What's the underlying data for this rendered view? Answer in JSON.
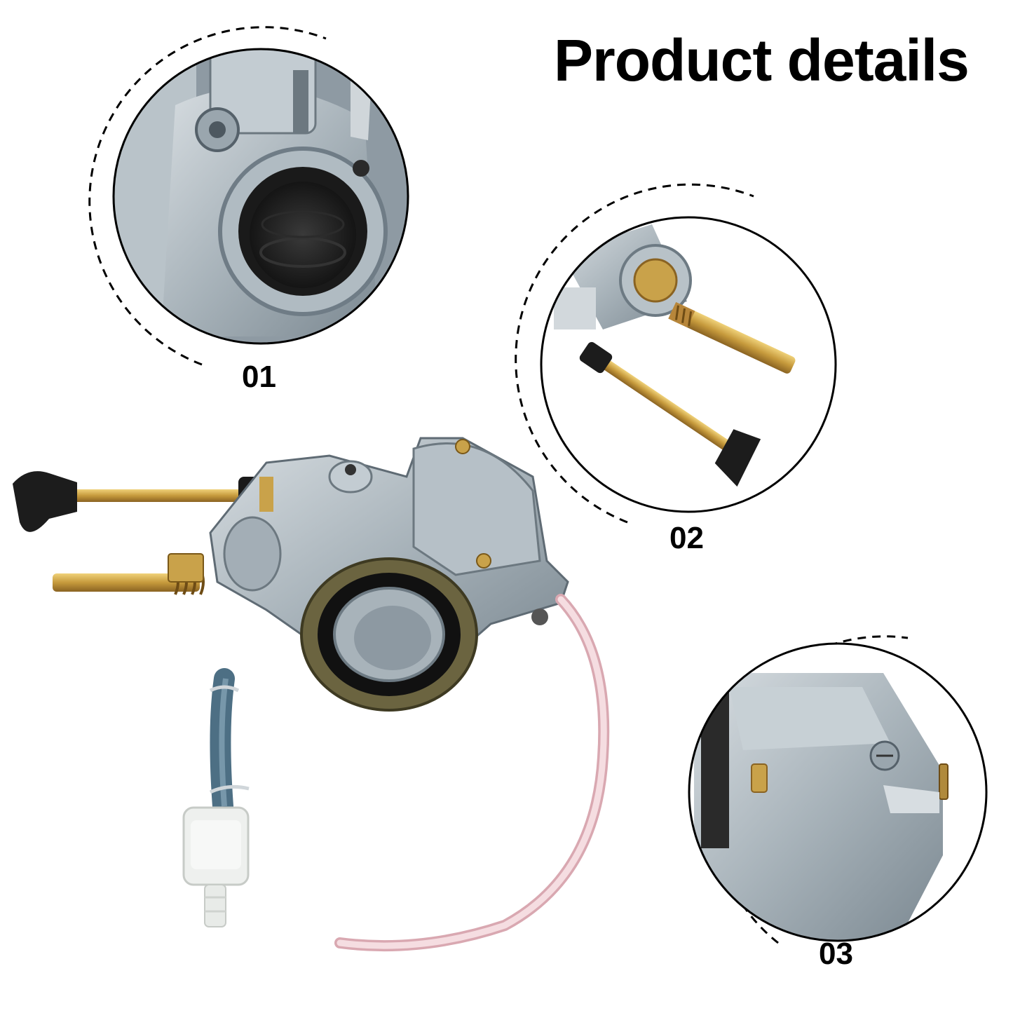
{
  "header": {
    "title": "Product details"
  },
  "details": [
    {
      "label": "01"
    },
    {
      "label": "02"
    },
    {
      "label": "03"
    }
  ],
  "colors": {
    "metal": "#a9b4bb",
    "metal_dark": "#6f7c86",
    "brass": "#c9a24a",
    "rubber": "#1c1c1c",
    "hose_blue": "#4d6f84",
    "fuel_line": "#f2c9cf",
    "filter": "#eef0ee"
  }
}
